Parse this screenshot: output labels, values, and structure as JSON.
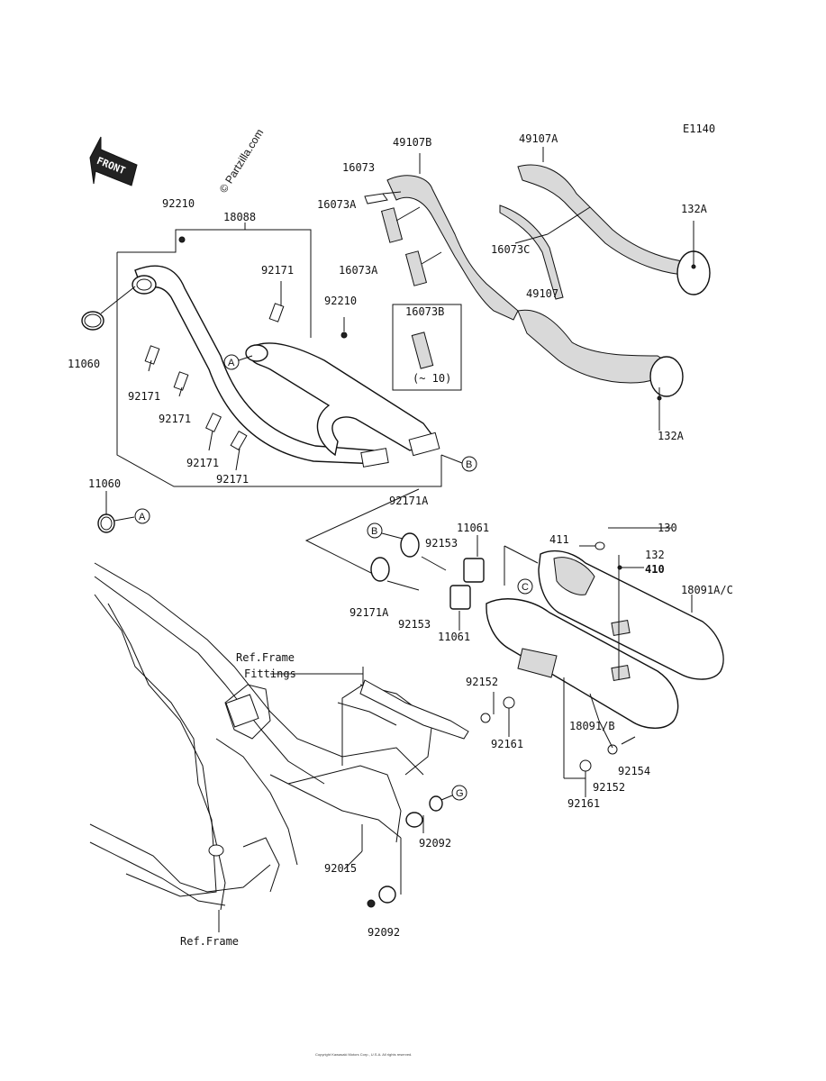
{
  "diagram_code": "E1140",
  "watermark": "© Partzilla.com",
  "front_label": "FRONT",
  "callouts": {
    "A": "A",
    "B": "B",
    "C": "C",
    "G": "G"
  },
  "labels": {
    "p92210_top": "92210",
    "p18088": "18088",
    "p92171_a": "92171",
    "p92210_mid": "92210",
    "p11060_left": "11060",
    "p92171_b": "92171",
    "p92171_c": "92171",
    "p92171_d": "92171",
    "p92171_e": "92171",
    "p92171A_top": "92171A",
    "p11060_bottom": "11060",
    "p49107B": "49107B",
    "p16073": "16073",
    "p16073A_a": "16073A",
    "p16073A_b": "16073A",
    "p16073B": "16073B",
    "p16073B_qty": "(~ 10)",
    "p49107A": "49107A",
    "p16073C": "16073C",
    "p49107": "49107",
    "p132A_top": "132A",
    "p132A_bottom": "132A",
    "p11061_top": "11061",
    "p92153_top": "92153",
    "p92171A_mid": "92171A",
    "p92153_bottom": "92153",
    "p11061_bottom": "11061",
    "p411": "411",
    "p130": "130",
    "p132": "132",
    "p410": "410",
    "p18091AC": "18091A/C",
    "p92152_left": "92152",
    "p92161_left": "92161",
    "p18091B": "18091/B",
    "p92154": "92154",
    "p92152_right": "92152",
    "p92161_right": "92161",
    "ref_frame_fittings_1": "Ref.Frame",
    "ref_frame_fittings_2": "Fittings",
    "p92092_right": "92092",
    "p92015": "92015",
    "p92092_bottom": "92092",
    "ref_frame": "Ref.Frame"
  },
  "footer_text": "Copyright Kawasaki Motors Corp., U.S.A. All rights reserved."
}
